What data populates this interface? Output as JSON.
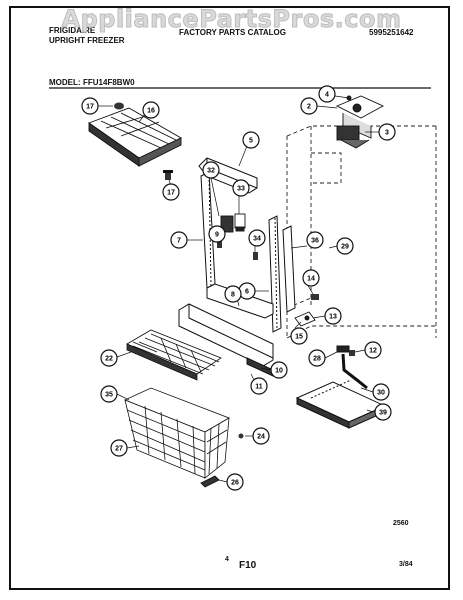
{
  "watermark": "AppliancePartsPros.com",
  "header": {
    "brand": "FRIGIDAIRE",
    "product": "UPRIGHT FREEZER",
    "catalog": "FACTORY PARTS CATALOG",
    "part_number": "5995251642",
    "model_label": "MODEL:",
    "model_value": "FFU14F8BW0"
  },
  "callouts": [
    "17",
    "16",
    "4",
    "2",
    "3",
    "5",
    "32",
    "33",
    "17",
    "7",
    "9",
    "34",
    "36",
    "29",
    "14",
    "6",
    "8",
    "13",
    "15",
    "12",
    "28",
    "10",
    "11",
    "22",
    "30",
    "35",
    "39",
    "24",
    "27",
    "26"
  ],
  "footer": {
    "figure_code": "2560",
    "page_mark": "4",
    "figure": "F10",
    "date": "3/84"
  }
}
